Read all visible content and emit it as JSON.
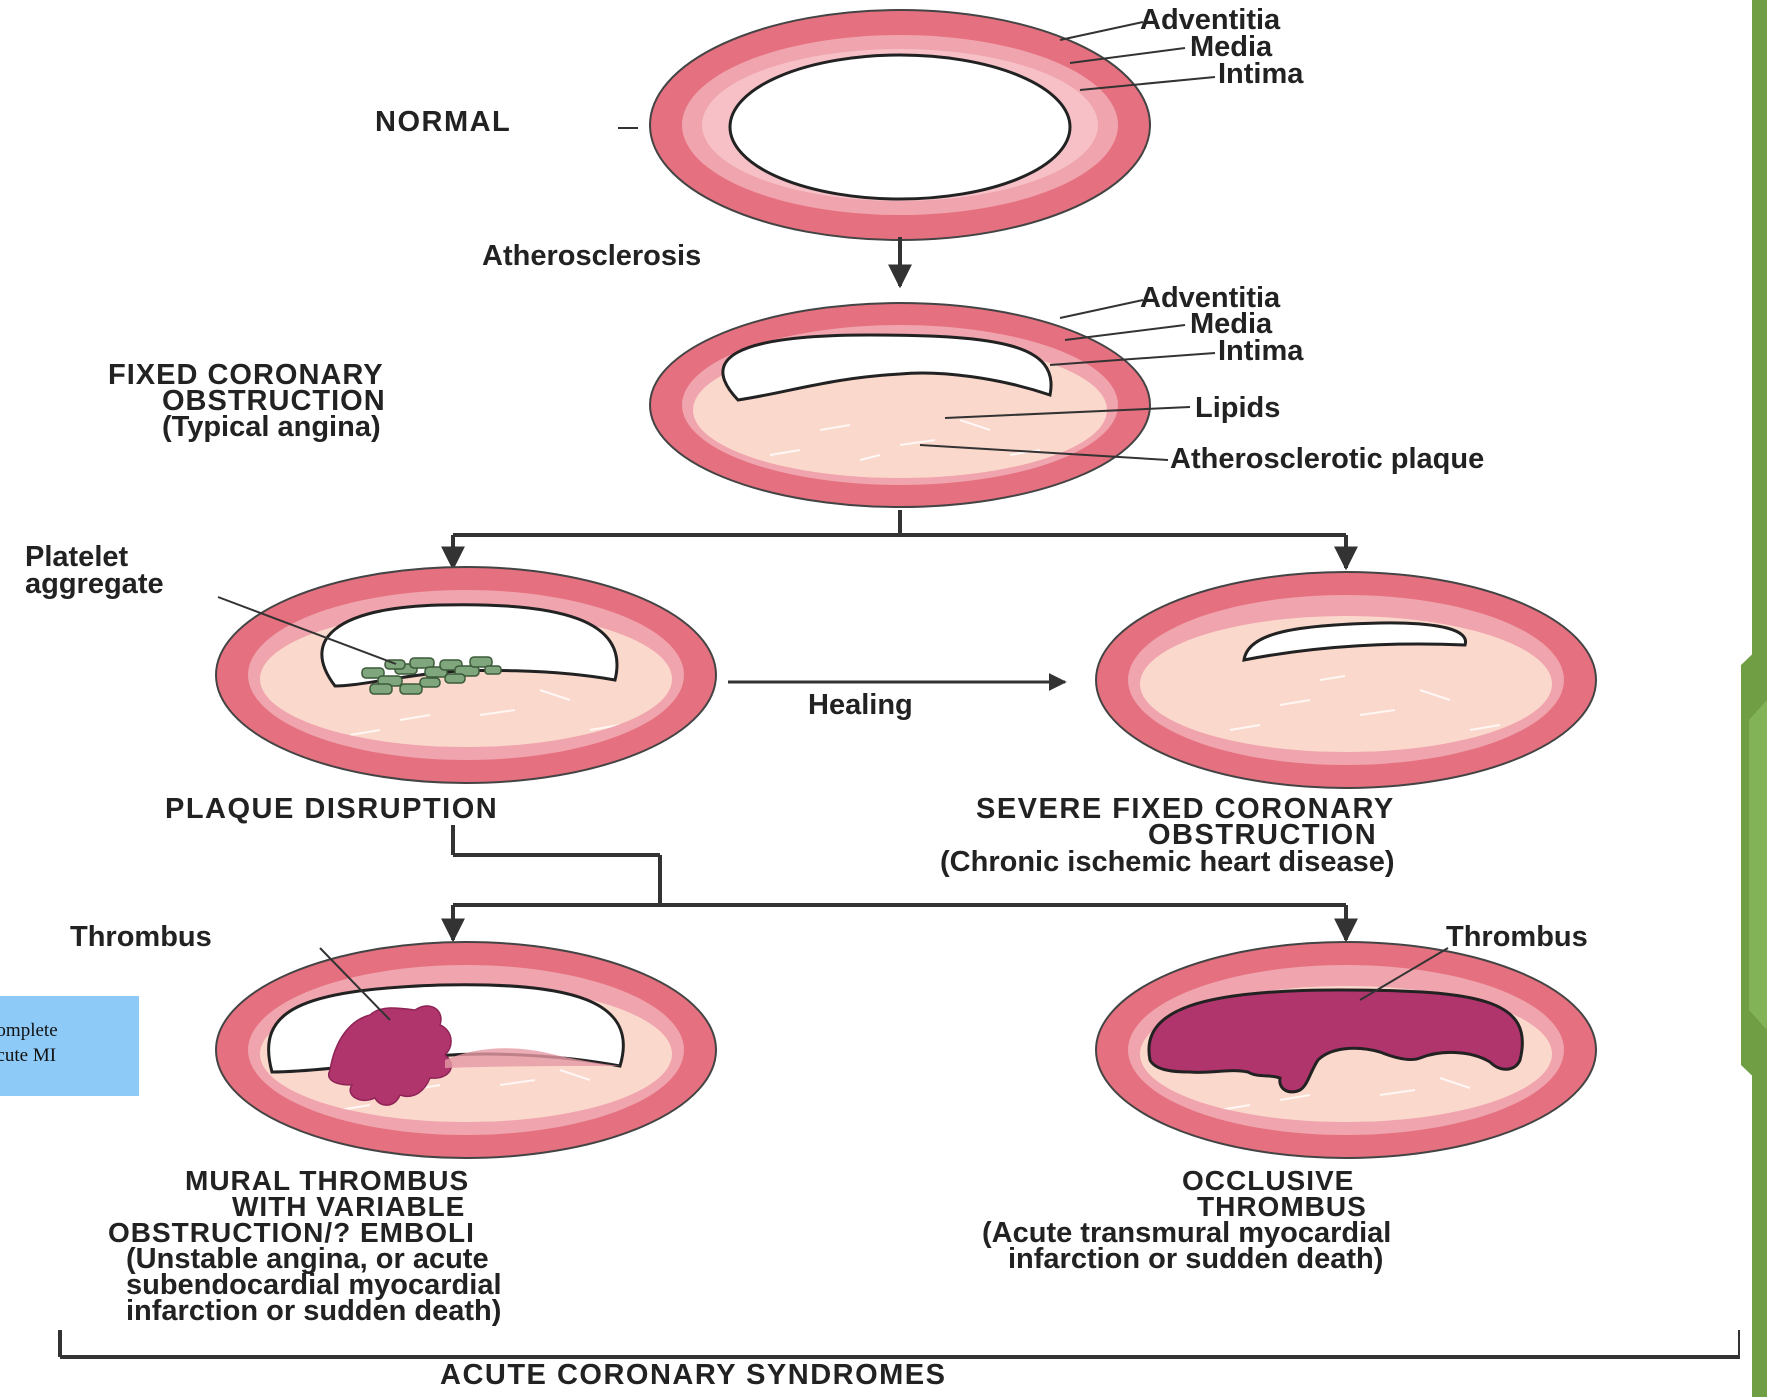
{
  "normal": {
    "title": "NORMAL",
    "layers": [
      "Adventitia",
      "Media",
      "Intima"
    ]
  },
  "arrow_atherosclerosis": "Atherosclerosis",
  "fixed": {
    "title_lines": [
      "FIXED CORONARY",
      "OBSTRUCTION",
      "(Typical angina)"
    ],
    "labels": [
      "Adventitia",
      "Media",
      "Intima",
      "Lipids",
      "Atherosclerotic plaque"
    ]
  },
  "disruption": {
    "platelet_lines": [
      "Platelet",
      "aggregate"
    ],
    "title": "PLAQUE DISRUPTION"
  },
  "healing": "Healing",
  "severe": {
    "title_lines": [
      "SEVERE FIXED CORONARY",
      "OBSTRUCTION",
      "(Chronic ischemic heart disease)"
    ]
  },
  "mural": {
    "thrombus_label": "Thrombus",
    "title_lines": [
      "MURAL THROMBUS",
      "WITH VARIABLE",
      "OBSTRUCTION/? EMBOLI",
      "(Unstable angina, or acute",
      "subendocardial myocardial",
      "infarction or sudden death)"
    ]
  },
  "occlusive": {
    "thrombus_label": "Thrombus",
    "title_lines": [
      "OCCLUSIVE",
      "THROMBUS",
      "(Acute transmural myocardial",
      "infarction or sudden death)"
    ]
  },
  "footer": "ACUTE CORONARY SYNDROMES",
  "note_lines": [
    "complete",
    "acute MI"
  ],
  "colors": {
    "adventitia": "#e5707f",
    "media": "#f0a4ad",
    "plaque": "#fbd8cc",
    "thrombus": "#b0356d",
    "platelet": "#7fa67d",
    "slide_accent": "#6f9e45",
    "note_box": "#8ecaf8"
  }
}
